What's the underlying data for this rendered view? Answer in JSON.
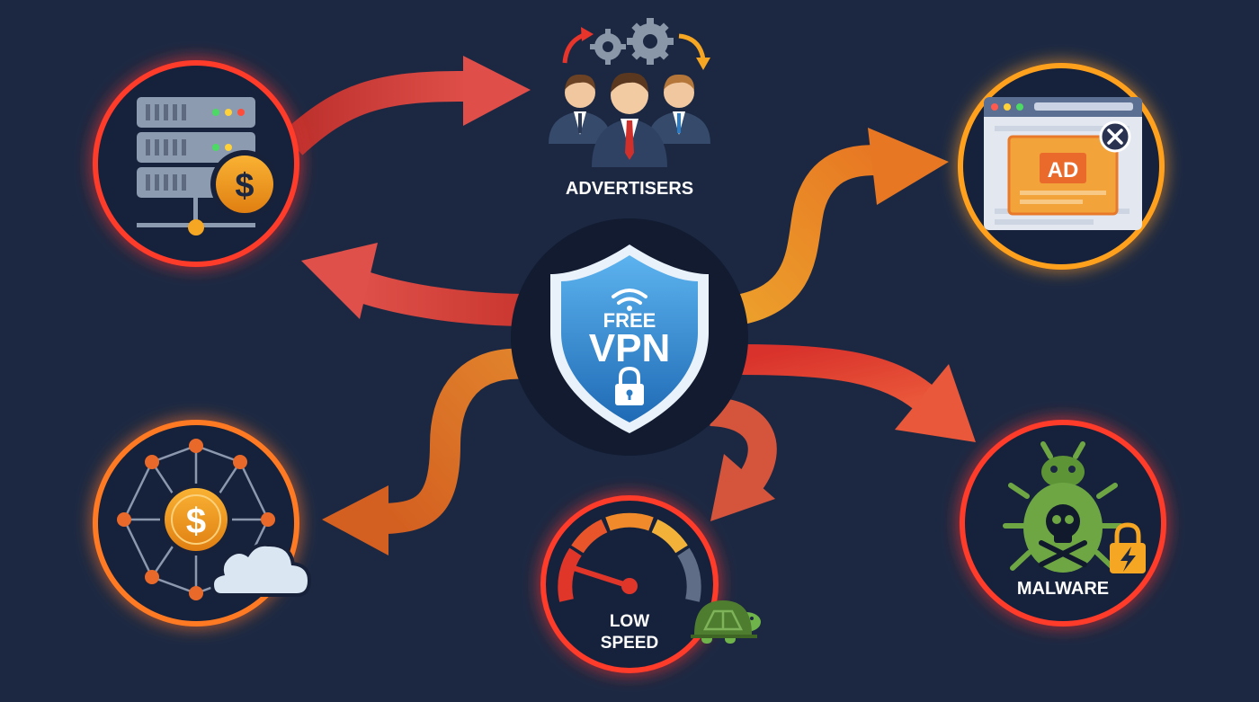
{
  "center": {
    "line1": "FREE",
    "line2": "VPN"
  },
  "nodes": {
    "advertisers": {
      "label": "ADVERTISERS"
    },
    "ad": {
      "text": "AD"
    },
    "speed": {
      "line1": "LOW",
      "line2": "SPEED"
    },
    "malware": {
      "label": "MALWARE"
    },
    "money_server": {
      "symbol": "$"
    },
    "money_network": {
      "symbol": "$"
    }
  },
  "colors": {
    "background": "#1c2842",
    "red": "#e8352b",
    "orange": "#f47a1f",
    "amber": "#f5a623",
    "shield": "#3a8fd6",
    "bug": "#6ea644"
  }
}
